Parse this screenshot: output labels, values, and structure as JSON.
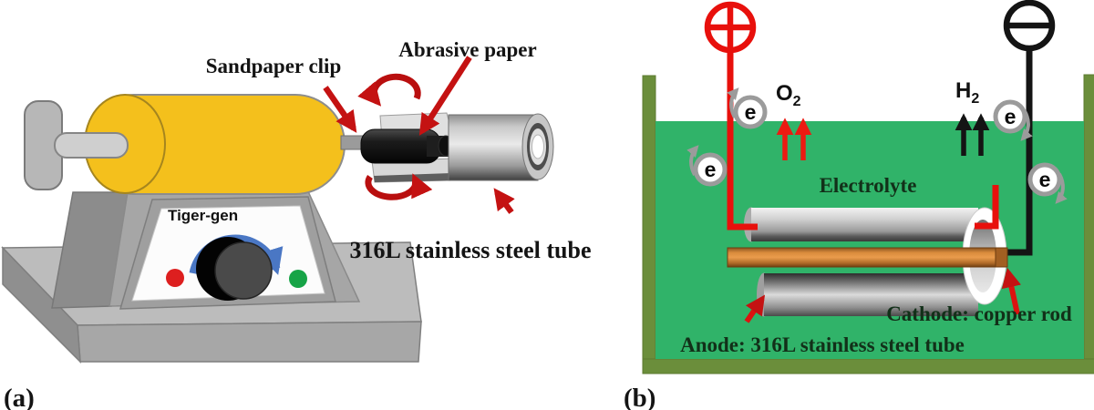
{
  "panel_a": {
    "label": "(a)",
    "device_name": "Tiger-gen",
    "callouts": {
      "sandpaper_clip": "Sandpaper clip",
      "abrasive_paper": "Abrasive paper",
      "steel_tube": "316L stainless steel tube"
    },
    "icons": {
      "rotation_top": "rotation-ccw-arrow",
      "rotation_bottom": "rotation-ccw-arrow",
      "indicator_left": "red-dot",
      "indicator_right": "green-dot",
      "dial_arrow": "blue-clockwise-arc-arrow"
    }
  },
  "panel_b": {
    "label": "(b)",
    "callouts": {
      "electrolyte": "Electrolyte",
      "cathode": "Cathode: copper rod",
      "anode": "Anode: 316L stainless steel tube"
    },
    "gases": {
      "anode": {
        "symbol": "O",
        "subscript": "2"
      },
      "cathode": {
        "symbol": "H",
        "subscript": "2"
      }
    },
    "electron_symbol": "e",
    "terminal_icons": {
      "positive": "circle-plus-icon",
      "negative": "circle-minus-icon"
    }
  },
  "colors": {
    "motor_yellow": "#F4C01C",
    "electrolyte_green": "#30B369",
    "beaker_olive": "#6B8E3B",
    "copper_mid": "#DE8F3E",
    "wire_red": "#E8100C",
    "wire_black": "#141414",
    "annotation_red": "#C41212",
    "dial_blue": "#4A77C4",
    "indicator_red": "#DD1F1F",
    "indicator_green": "#17A447"
  }
}
